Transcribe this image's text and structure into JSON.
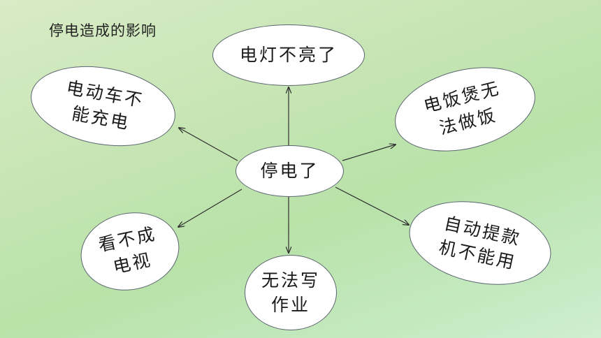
{
  "title": "停电造成的影响",
  "center": {
    "label": "停电了"
  },
  "nodes": {
    "top": {
      "line1": "电灯不亮了"
    },
    "top_left": {
      "line1": "电动车不",
      "line2": "能充电"
    },
    "top_right": {
      "line1": "电饭煲无",
      "line2": "法做饭"
    },
    "bottom_left": {
      "line1": "看不成",
      "line2": "电视"
    },
    "bottom": {
      "line1": "无法写",
      "line2": "作业"
    },
    "bottom_right": {
      "line1": "自动提款",
      "line2": "机不能用"
    }
  },
  "colors": {
    "line": "#2e2e2e",
    "node_border": "#5a6470"
  }
}
